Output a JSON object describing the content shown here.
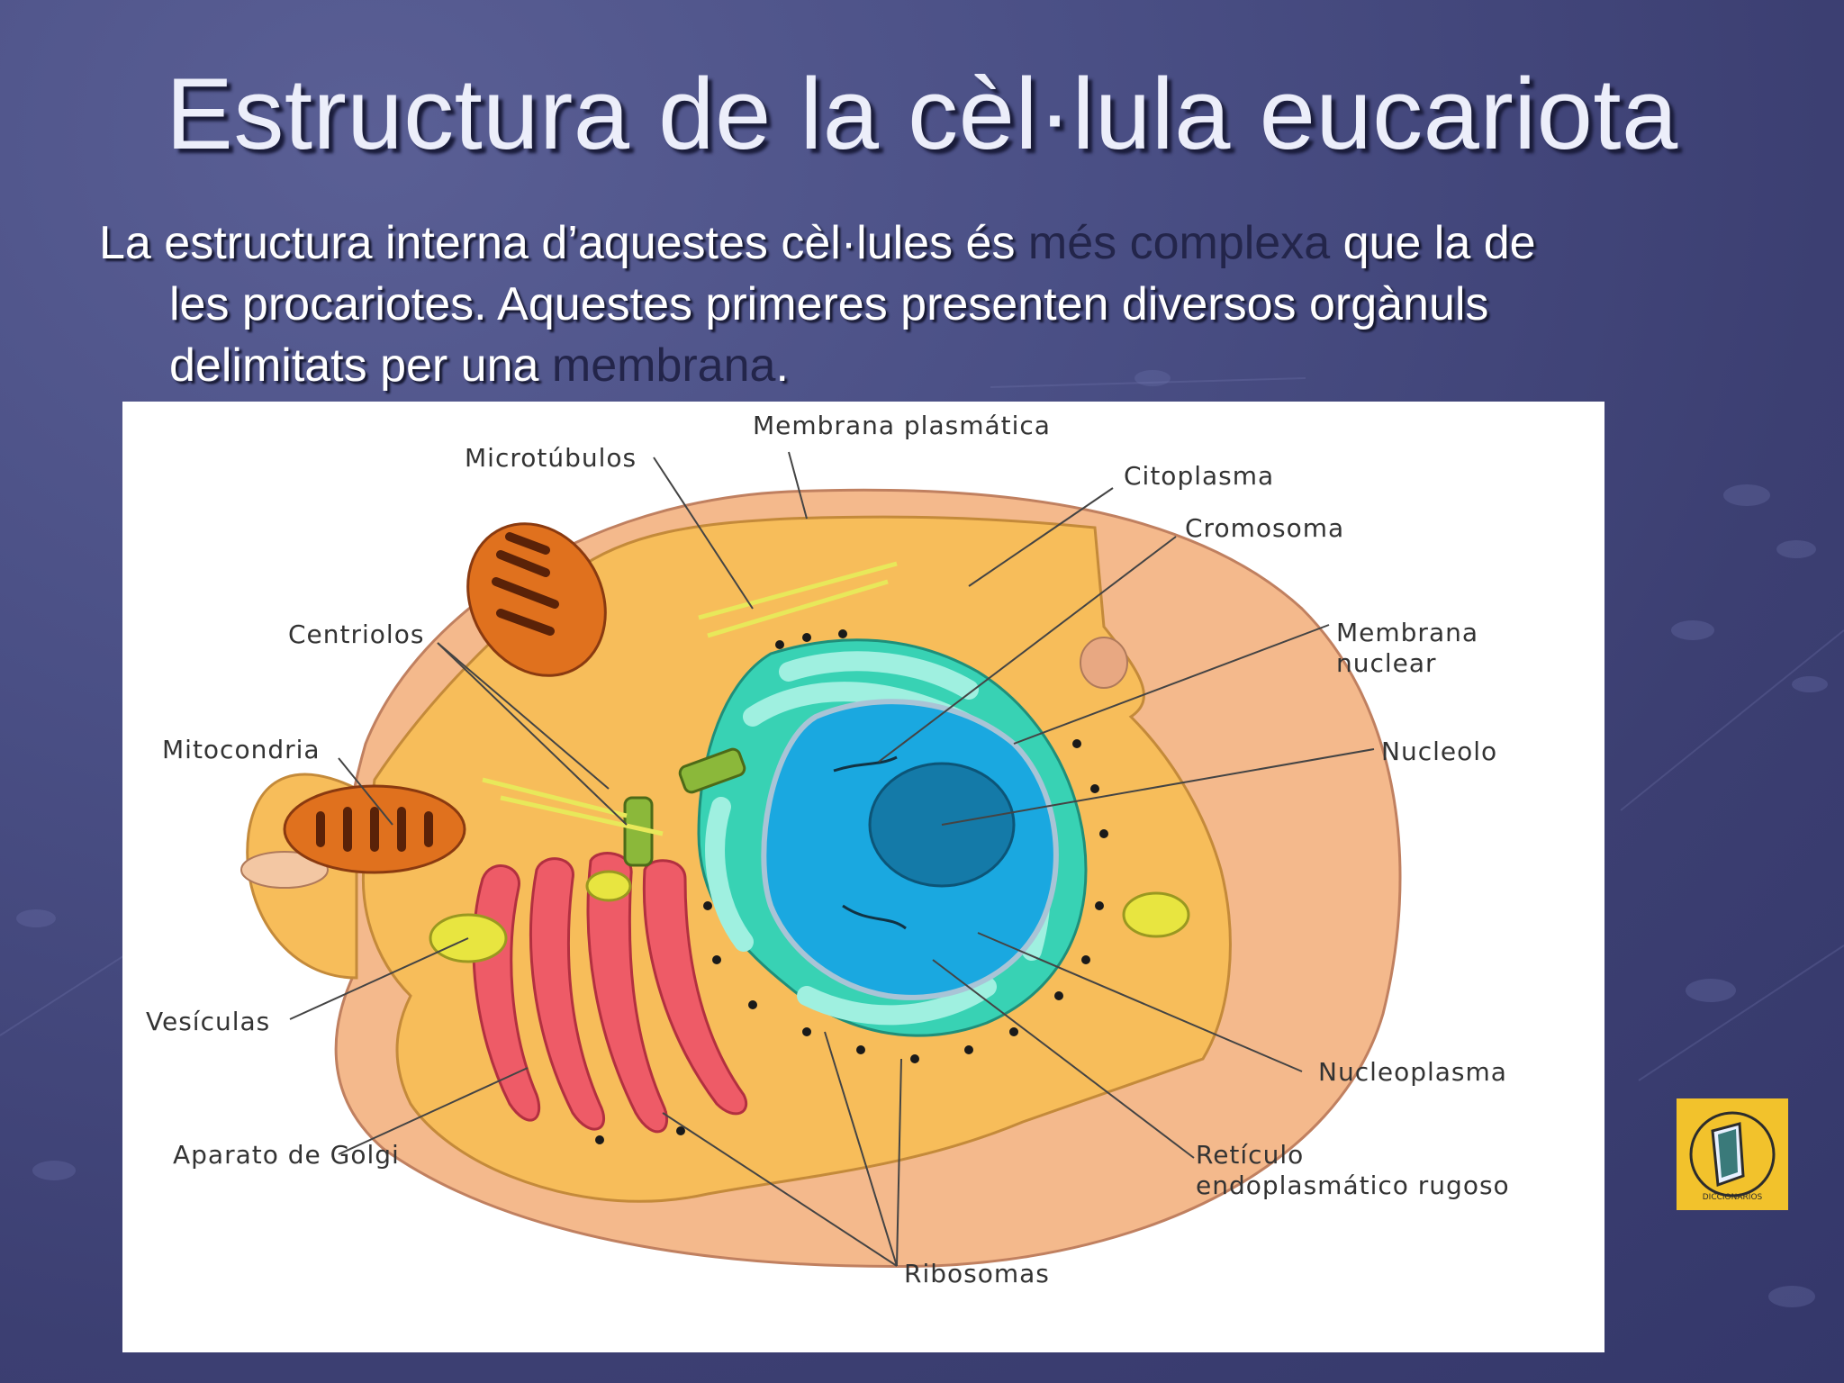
{
  "slide": {
    "title": "Estructura de la cèl·lula eucariota",
    "paragraph": {
      "line1_a": "La estructura interna d’aquestes cèl·lules és ",
      "line1_hl": "més complexa",
      "line1_b": " que la de",
      "line2": "les procariotes. Aquestes primeres presenten diversos orgànuls",
      "line3_a": "delimitats per una ",
      "line3_hl": "membrana",
      "line3_b": "."
    }
  },
  "diagram": {
    "labels": {
      "microtubulos": "Microtúbulos",
      "membrana_plasmatica": "Membrana plasmática",
      "citoplasma": "Citoplasma",
      "cromosoma": "Cromosoma",
      "centriolos": "Centriolos",
      "membrana_nuclear_1": "Membrana",
      "membrana_nuclear_2": "nuclear",
      "mitocondria": "Mitocondria",
      "nucleolo": "Nucleolo",
      "vesiculas": "Vesículas",
      "nucleoplasma": "Nucleoplasma",
      "aparato_golgi": "Aparato de Golgi",
      "reticulo_1": "Retículo",
      "reticulo_2": "endoplasmático rugoso",
      "ribosomas": "Ribosomas"
    }
  },
  "logo": {
    "text": "DICCIONARIOS",
    "color": "#f2c22c"
  }
}
